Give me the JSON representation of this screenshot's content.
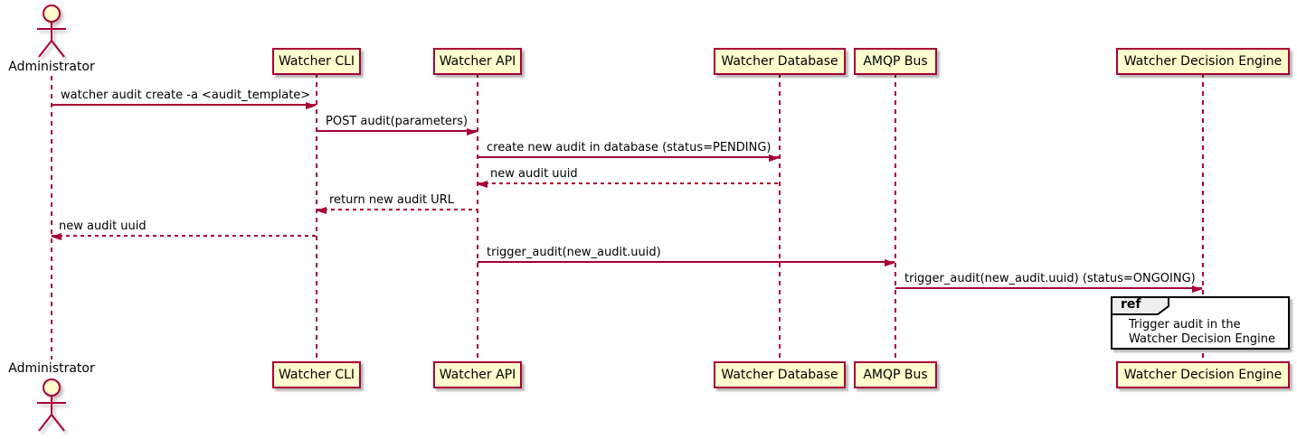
{
  "diagram_type": "sequence-diagram",
  "colors": {
    "accent": "#A80036",
    "participant_fill": "#FEFECE",
    "ref_border": "#000000",
    "ref_tab_fill": "#EEEEEE",
    "background": "#FFFFFF"
  },
  "actor": {
    "label": "Administrator"
  },
  "participants": [
    {
      "label": "Watcher CLI"
    },
    {
      "label": "Watcher API"
    },
    {
      "label": "Watcher Database"
    },
    {
      "label": "AMQP Bus"
    },
    {
      "label": "Watcher Decision Engine"
    }
  ],
  "messages": [
    {
      "label": "watcher audit create -a <audit_template>",
      "from": "Administrator",
      "to": "Watcher CLI",
      "style": "solid"
    },
    {
      "label": "POST audit(parameters)",
      "from": "Watcher CLI",
      "to": "Watcher API",
      "style": "solid"
    },
    {
      "label": "create new audit in database (status=PENDING)",
      "from": "Watcher API",
      "to": "Watcher Database",
      "style": "solid"
    },
    {
      "label": "new audit uuid",
      "from": "Watcher Database",
      "to": "Watcher API",
      "style": "dotted"
    },
    {
      "label": "return new audit URL",
      "from": "Watcher API",
      "to": "Watcher CLI",
      "style": "dotted"
    },
    {
      "label": "new audit uuid",
      "from": "Watcher CLI",
      "to": "Administrator",
      "style": "dotted"
    },
    {
      "label": "trigger_audit(new_audit.uuid)",
      "from": "Watcher API",
      "to": "AMQP Bus",
      "style": "solid"
    },
    {
      "label": "trigger_audit(new_audit.uuid) (status=ONGOING)",
      "from": "AMQP Bus",
      "to": "Watcher Decision Engine",
      "style": "solid"
    }
  ],
  "ref": {
    "keyword": "ref",
    "line1": "Trigger audit in the",
    "line2": "Watcher Decision Engine"
  }
}
